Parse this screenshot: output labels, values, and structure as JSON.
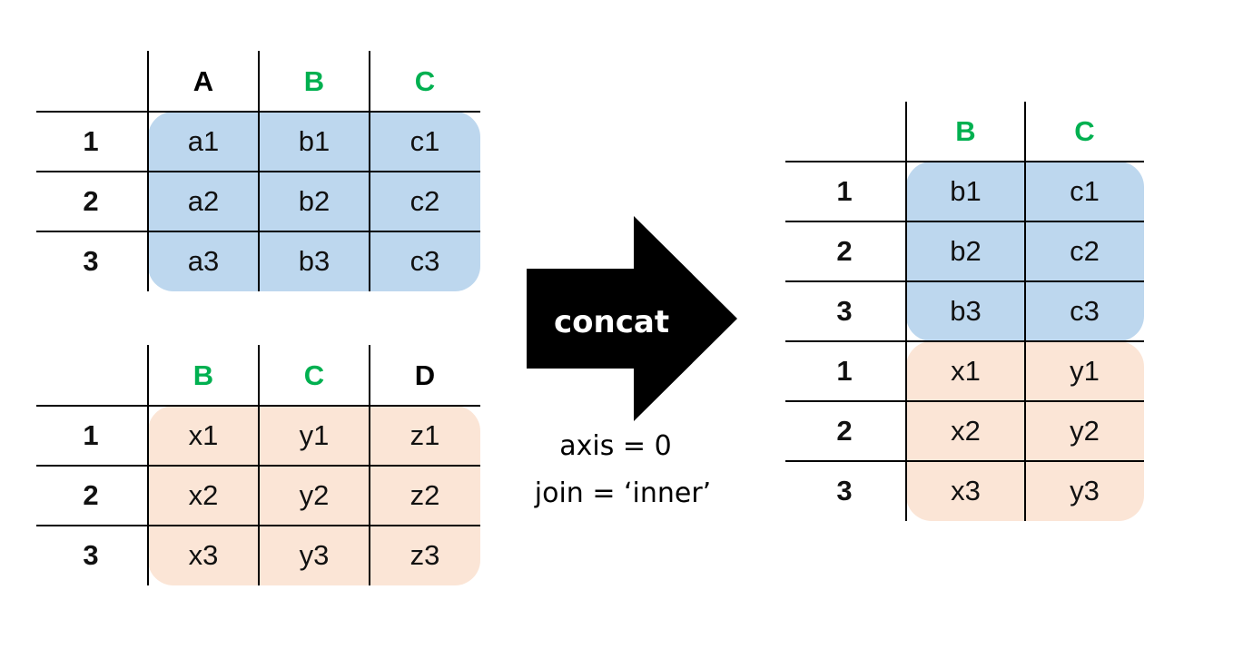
{
  "colors": {
    "blue_fill": "#bdd7ee",
    "peach_fill": "#fbe5d6",
    "green_header": "#00b050",
    "black_header": "#000000",
    "arrow": "#000000"
  },
  "table1": {
    "headers": [
      {
        "label": "A",
        "color": "black"
      },
      {
        "label": "B",
        "color": "green"
      },
      {
        "label": "C",
        "color": "green"
      }
    ],
    "index": [
      "1",
      "2",
      "3"
    ],
    "rows": [
      [
        "a1",
        "b1",
        "c1"
      ],
      [
        "a2",
        "b2",
        "c2"
      ],
      [
        "a3",
        "b3",
        "c3"
      ]
    ],
    "fill": "blue"
  },
  "table2": {
    "headers": [
      {
        "label": "B",
        "color": "green"
      },
      {
        "label": "C",
        "color": "green"
      },
      {
        "label": "D",
        "color": "black"
      }
    ],
    "index": [
      "1",
      "2",
      "3"
    ],
    "rows": [
      [
        "x1",
        "y1",
        "z1"
      ],
      [
        "x2",
        "y2",
        "z2"
      ],
      [
        "x3",
        "y3",
        "z3"
      ]
    ],
    "fill": "peach"
  },
  "operation": {
    "label": "concat",
    "param_axis": "axis = 0",
    "param_join": "join = ‘inner’"
  },
  "result": {
    "headers": [
      {
        "label": "B",
        "color": "green"
      },
      {
        "label": "C",
        "color": "green"
      }
    ],
    "index": [
      "1",
      "2",
      "3",
      "1",
      "2",
      "3"
    ],
    "rows": [
      [
        "b1",
        "c1"
      ],
      [
        "b2",
        "c2"
      ],
      [
        "b3",
        "c3"
      ],
      [
        "x1",
        "y1"
      ],
      [
        "x2",
        "y2"
      ],
      [
        "x3",
        "y3"
      ]
    ],
    "fills": [
      "blue",
      "blue",
      "blue",
      "peach",
      "peach",
      "peach"
    ]
  }
}
